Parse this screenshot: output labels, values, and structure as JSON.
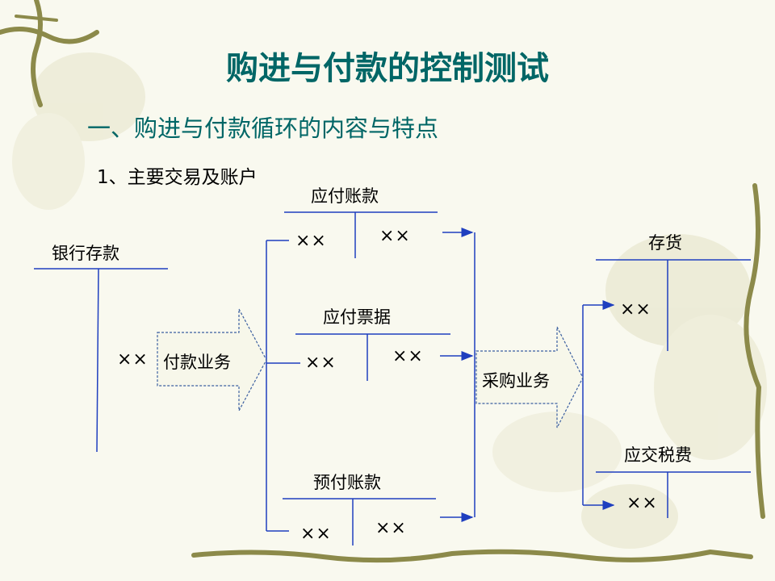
{
  "slide": {
    "title": "购进与付款的控制测试",
    "section_heading": "一、购进与付款循环的内容与特点",
    "sub_heading": "1、主要交易及账户"
  },
  "diagram": {
    "accounts": {
      "bank_deposit": {
        "name": "银行存款",
        "credit_entry": "××"
      },
      "accounts_payable": {
        "name": "应付账款",
        "debit_entry": "××",
        "credit_entry": "××"
      },
      "notes_payable": {
        "name": "应付票据",
        "debit_entry": "××",
        "credit_entry": "××"
      },
      "prepayments": {
        "name": "预付账款",
        "debit_entry": "××",
        "credit_entry": "××"
      },
      "inventory": {
        "name": "存货",
        "debit_entry": "××"
      },
      "taxes_payable": {
        "name": "应交税费",
        "debit_entry": "××"
      }
    },
    "flows": {
      "payment_business": "付款业务",
      "purchase_business": "采购业务"
    }
  },
  "colors": {
    "title": "#006666",
    "heading": "#006666",
    "line": "#1f3fbf",
    "t_account_line": "#000000",
    "arrow_border": "#3b5fa0",
    "arrow_fill": "#f7f7ea",
    "vine": "#8c8a4a",
    "flower": "#d8d6b8"
  }
}
